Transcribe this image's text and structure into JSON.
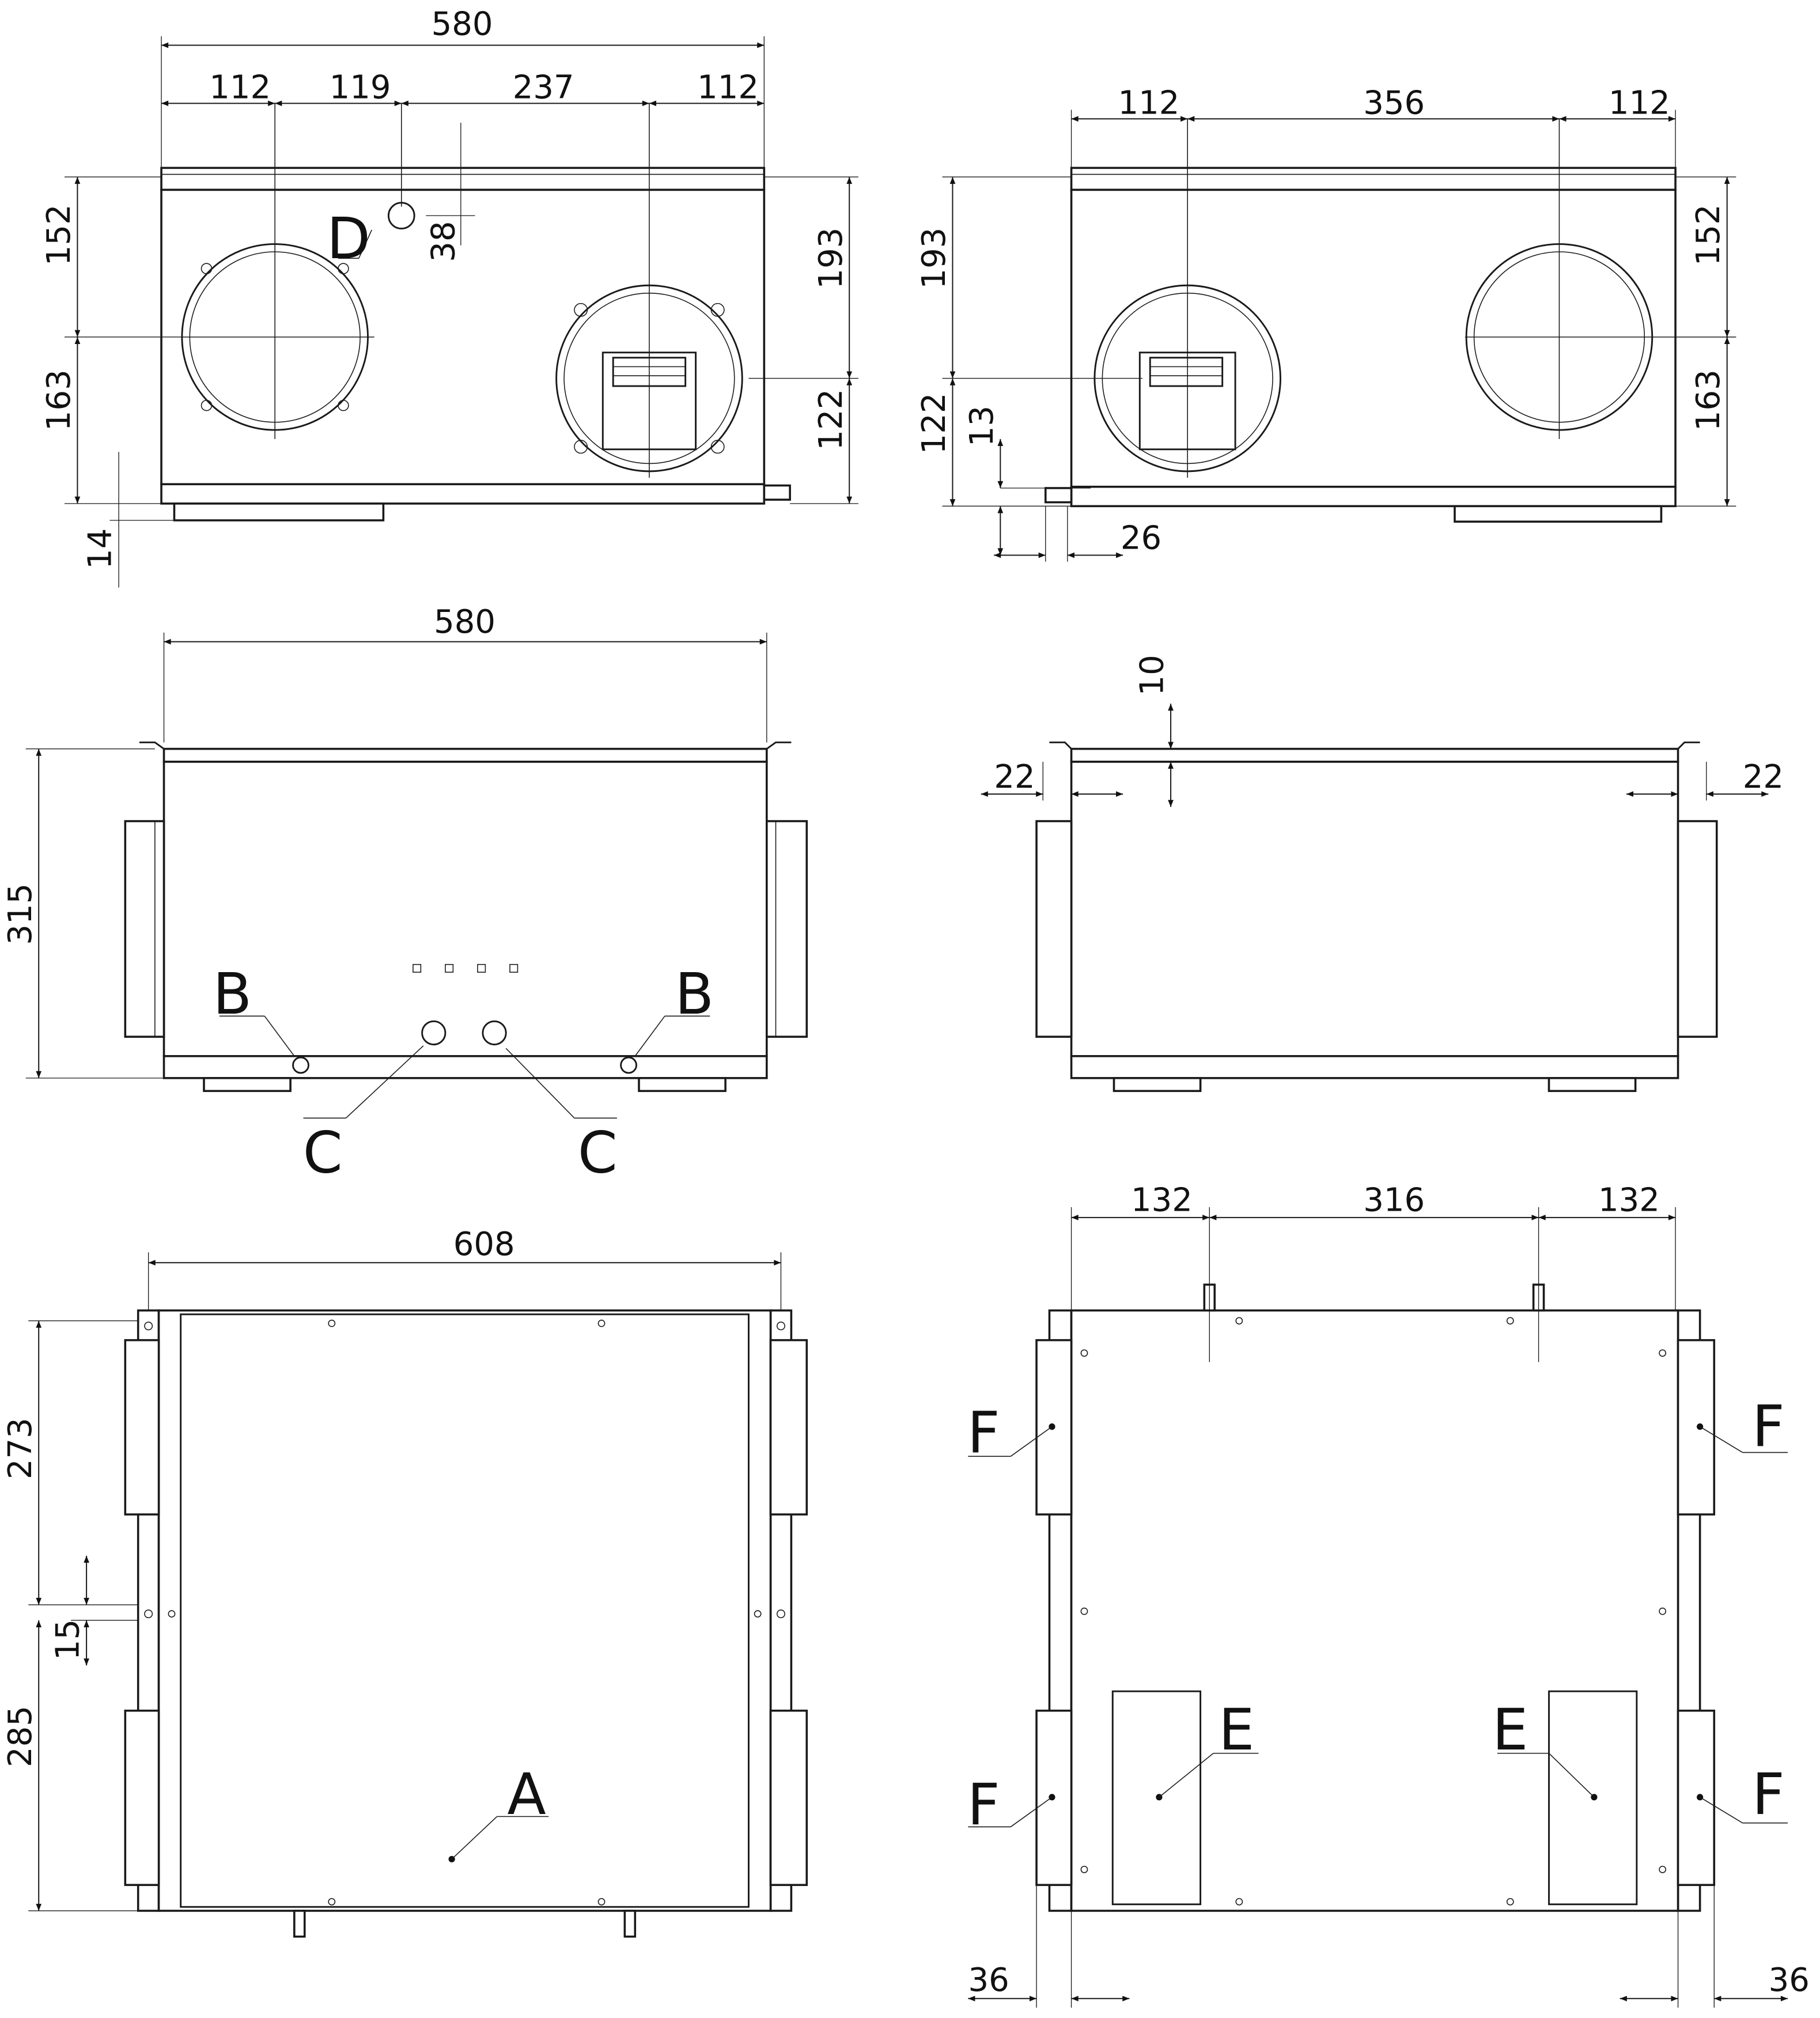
{
  "front_view": {
    "dims": [
      "580",
      "112",
      "119",
      "237",
      "112",
      "152",
      "163",
      "14",
      "193",
      "122",
      "38"
    ],
    "label_d": "D"
  },
  "rear_view": {
    "dims": [
      "112",
      "356",
      "112",
      "193",
      "122",
      "13",
      "26",
      "152",
      "163"
    ]
  },
  "side_view_left": {
    "dims": [
      "580",
      "315"
    ],
    "label_b": "B",
    "label_c": "C"
  },
  "side_view_right": {
    "dims": [
      "10",
      "22",
      "22"
    ]
  },
  "top_view": {
    "dims": [
      "608",
      "273",
      "15",
      "285"
    ],
    "label_a": "A"
  },
  "bottom_view": {
    "dims": [
      "132",
      "316",
      "132",
      "36",
      "36"
    ],
    "label_e": "E",
    "label_f": "F"
  }
}
